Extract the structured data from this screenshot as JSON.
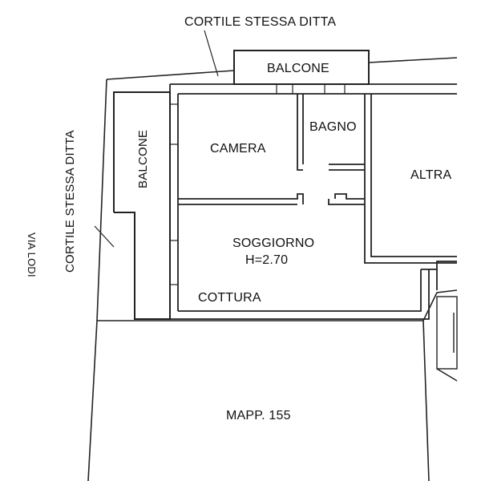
{
  "plan": {
    "labels": {
      "cortile_top": "CORTILE STESSA DITTA",
      "cortile_left": "CORTILE STESSA DITTA",
      "via": "VIA LODI",
      "balcone_top": "BALCONE",
      "balcone_left": "BALCONE",
      "camera": "CAMERA",
      "bagno": "BAGNO",
      "altra": "ALTRA",
      "soggiorno": "SOGGIORNO",
      "height": "H=2.70",
      "cottura": "COTTURA",
      "mapp": "MAPP. 155"
    }
  }
}
